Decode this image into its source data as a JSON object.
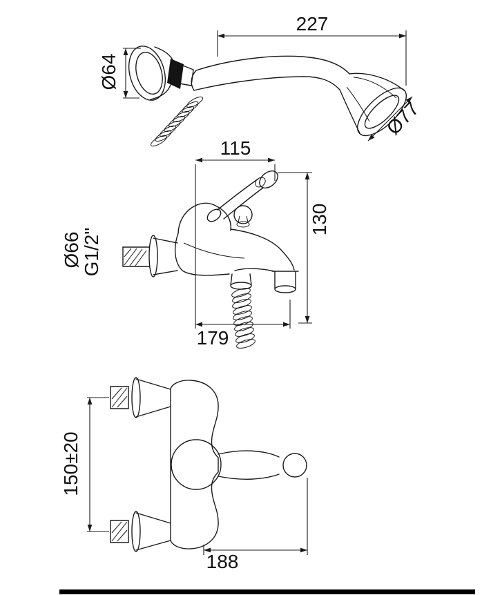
{
  "page": {
    "type": "technical-drawing",
    "subject": "bath mixer with hand shower - dimensioned drawing",
    "ink_color": "#1a1a1a",
    "background": "#ffffff"
  },
  "views": {
    "hand_shower": {
      "name": "hand shower view",
      "labels": {
        "length": "227",
        "holder_diameter": "Ø64",
        "head_diameter": "Ø77"
      }
    },
    "side": {
      "name": "mixer side view",
      "labels": {
        "top_width": "115",
        "height": "130",
        "flange_diameter": "Ø66",
        "thread": "G1/2\"",
        "depth": "179"
      }
    },
    "front": {
      "name": "mixer front view",
      "labels": {
        "mount_spacing": "150±20",
        "width": "188"
      }
    }
  }
}
